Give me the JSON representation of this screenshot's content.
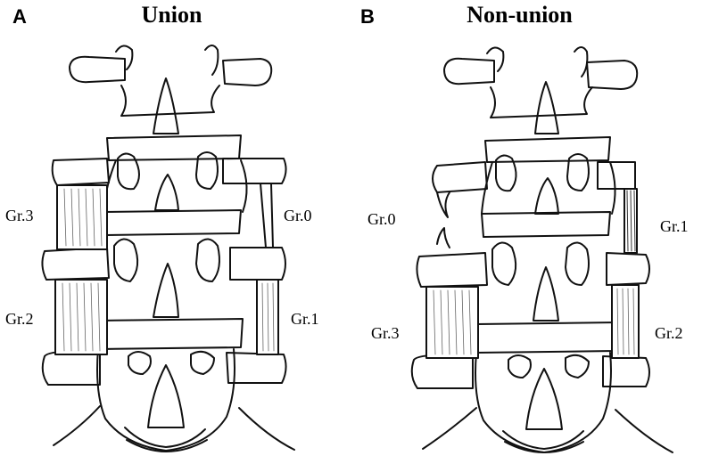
{
  "panels": [
    {
      "letter": "A",
      "title": "Union",
      "grades": {
        "upper_left": "Gr.3",
        "upper_right": "Gr.0",
        "lower_left": "Gr.2",
        "lower_right": "Gr.1"
      }
    },
    {
      "letter": "B",
      "title": "Non-union",
      "grades": {
        "upper_left": "Gr.0",
        "upper_right": "Gr.1",
        "lower_left": "Gr.3",
        "lower_right": "Gr.2"
      }
    }
  ]
}
